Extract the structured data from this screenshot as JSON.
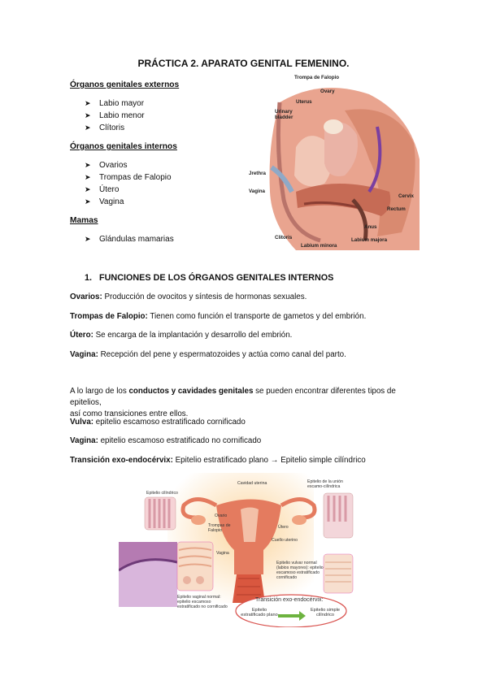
{
  "title": "PRÁCTICA 2. APARATO GENITAL FEMENINO.",
  "externos": {
    "heading": "Órganos genitales externos",
    "items": [
      "Labio mayor",
      "Labio menor",
      "Clítoris"
    ]
  },
  "internos": {
    "heading": "Órganos genitales internos",
    "items": [
      "Ovarios",
      "Trompas de Falopio",
      "Útero",
      "Vagina"
    ]
  },
  "mamas": {
    "heading": "Mamas",
    "items": [
      "Glándulas mamarias"
    ]
  },
  "fig1": {
    "labels": {
      "trompa": "Trompa de Falopio",
      "ovary": "Ovary",
      "uterus": "Uterus",
      "bladder": "Urinary bladder",
      "urethra": "Jrethra",
      "vagina": "Vagina",
      "cervix": "Cervix",
      "rectum": "Rectum",
      "anus": "Anus",
      "clitoris": "Clitoris",
      "minora": "Labium minora",
      "majora": "Labium majora"
    }
  },
  "section1": {
    "number": "1.",
    "heading": "FUNCIONES DE LOS ÓRGANOS GENITALES INTERNOS"
  },
  "funciones": [
    {
      "term": "Ovarios:",
      "text": " Producción de ovocitos y síntesis de hormonas sexuales."
    },
    {
      "term": "Trompas de Falopio:",
      "text": " Tienen como función el transporte de gametos y del embrión."
    },
    {
      "term": "Útero:",
      "text": " Se encarga de la implantación y desarrollo del embrión."
    },
    {
      "term": "Vagina:",
      "text": " Recepción del pene y espermatozoides y actúa como canal del parto."
    }
  ],
  "epitelios_intro": {
    "pre": "A lo largo de los ",
    "bold": "conductos y cavidades genitales",
    "post": " se pueden encontrar diferentes tipos de epitelios,",
    "line2": "así como transiciones entre ellos."
  },
  "epitelios": [
    {
      "term": "Vulva:",
      "text": " epitelio escamoso estratificado cornificado"
    },
    {
      "term": "Vagina:",
      "text": " epitelio escamoso estratificado no cornificado"
    },
    {
      "term": "Transición exo-endocérvix:",
      "text": " Epitelio estratificado plano → Epitelio simple cilíndrico"
    }
  ],
  "fig2": {
    "labels": {
      "cilindrico": "Epitelio cilíndrico",
      "cavidad": "Cavidad uterina",
      "union": "Epitelio de la unión escamo-cilíndrica",
      "ovario": "Ovario",
      "trompas": "Trompas de Falopio",
      "utero": "Útero",
      "cuello": "Cuello uterino",
      "vagina": "Vagina",
      "vulvar": "Epitelio vulvar normal (labios mayores): epitelio escamoso estratificado cornificado",
      "vaginal": "Epitelio vaginal normal: epitelio escamoso estratificado no cornificado",
      "transicion": "Transición exo-endocérvix:",
      "estratificado": "Epitelio estratificado plano",
      "simple": "Epitelio simple cilíndrico"
    }
  }
}
